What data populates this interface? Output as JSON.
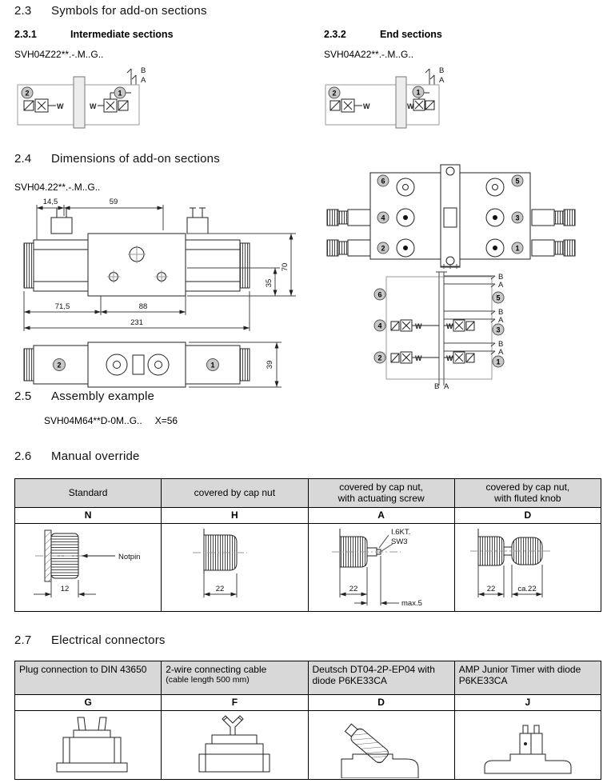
{
  "colors": {
    "header_bg": "#d8d8d8",
    "green": "#00a651",
    "ink": "#1a1a1a"
  },
  "s23": {
    "num": "2.3",
    "title": "Symbols for add-on sections",
    "sub1": {
      "num": "2.3.1",
      "title": "Intermediate sections",
      "code": "SVH04Z22**.-.M..G.."
    },
    "sub2": {
      "num": "2.3.2",
      "title": "End sections",
      "code": "SVH04A22**.-.M..G.."
    }
  },
  "s24": {
    "num": "2.4",
    "title": "Dimensions of add-on sections",
    "code": "SVH04.22**.-.M..G..",
    "dims": {
      "d1": "14,5",
      "d2": "59",
      "d3": "70",
      "d4": "35",
      "d5": "71,5",
      "d6": "88",
      "d7": "231",
      "d8": "39"
    }
  },
  "s25": {
    "num": "2.5",
    "title": "Assembly example",
    "code": "SVH04M64**D-0M..G..",
    "x": "X=56"
  },
  "s26": {
    "num": "2.6",
    "title": "Manual override"
  },
  "s27": {
    "num": "2.7",
    "title": "Electrical connectors"
  },
  "labels": {
    "B": "B",
    "A": "A",
    "W": "W"
  },
  "ports": {
    "p1": "1",
    "p2": "2",
    "p3": "3",
    "p4": "4",
    "p5": "5",
    "p6": "6"
  },
  "override": {
    "cols": [
      {
        "header": "Standard",
        "letter": "N"
      },
      {
        "header": "covered by cap nut",
        "letter": "H"
      },
      {
        "header": "covered by cap nut,\nwith actuating screw",
        "letter": "A"
      },
      {
        "header": "covered by cap nut,\nwith fluted knob",
        "letter": "D"
      }
    ],
    "notpin": "Notpin",
    "dim_n": "12",
    "dim_h": "22",
    "hex_label1": "I.6KT.",
    "hex_label2": "SW3",
    "dim_a1": "22",
    "dim_a2": "max.5",
    "dim_d1": "22",
    "dim_d2": "ca.22"
  },
  "connectors": {
    "cols": [
      {
        "header": "Plug connection to DIN 43650",
        "sub": "",
        "letter": "G"
      },
      {
        "header": "2-wire connecting cable",
        "sub": "(cable length 500 mm)",
        "letter": "F"
      },
      {
        "header": "Deutsch DT04-2P-EP04 with diode P6KE33CA",
        "sub": "",
        "letter": "D"
      },
      {
        "header": "AMP Junior Timer with diode P6KE33CA",
        "sub": "",
        "letter": "J"
      }
    ]
  }
}
